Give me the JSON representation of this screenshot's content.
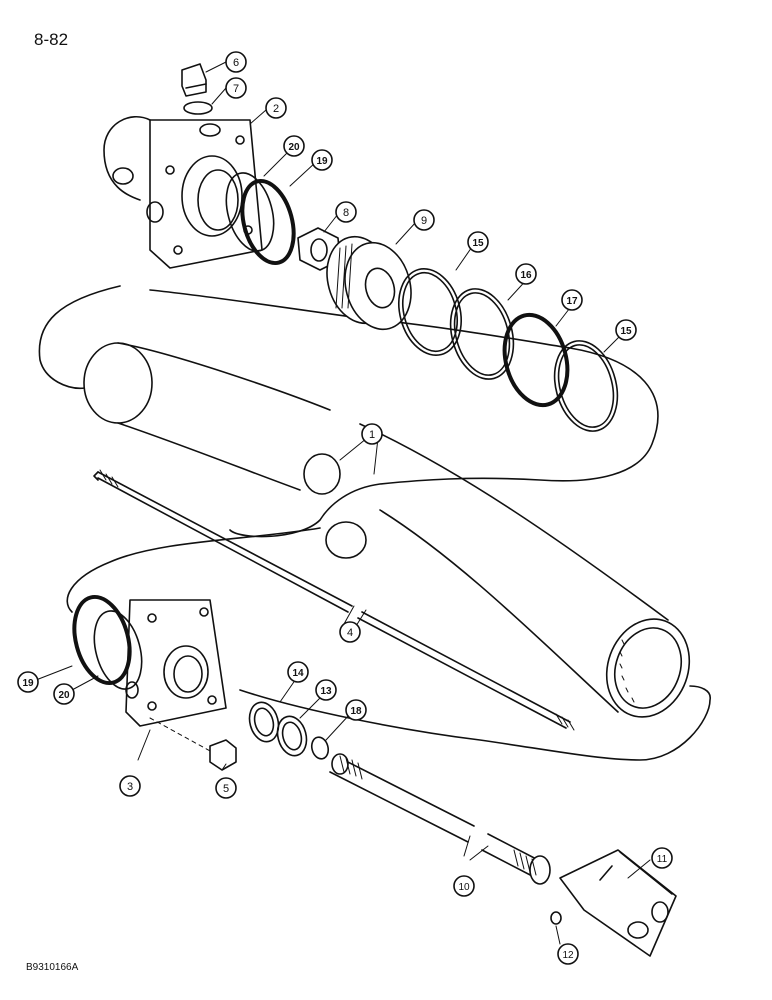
{
  "page_number": "8-82",
  "figure_code": "B9310166A",
  "callouts": {
    "c1": "1",
    "c2": "2",
    "c3": "3",
    "c4": "4",
    "c5": "5",
    "c6": "6",
    "c7": "7",
    "c8": "8",
    "c9": "9",
    "c10": "10",
    "c11": "11",
    "c12": "12",
    "c13": "13",
    "c14": "14",
    "c15a": "15",
    "c15b": "15",
    "c16": "16",
    "c17": "17",
    "c18": "18",
    "c19a": "19",
    "c19b": "19",
    "c20a": "20",
    "c20b": "20"
  }
}
